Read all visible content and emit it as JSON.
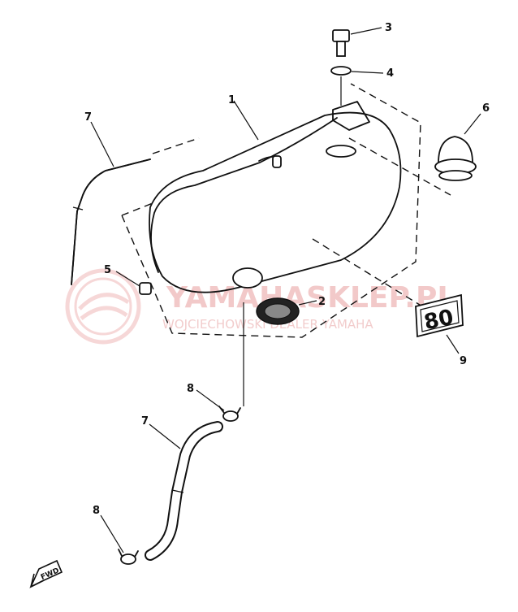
{
  "callouts": {
    "p1": "1",
    "p2": "2",
    "p3": "3",
    "p4": "4",
    "p5": "5",
    "p6": "6",
    "p7a": "7",
    "p7b": "7",
    "p8a": "8",
    "p8b": "8",
    "p9": "9"
  },
  "emblem_text": "80",
  "fwd_label": "FWD",
  "watermark": {
    "main": "YAMAHASKLEP.PL",
    "sub": "WOJCIECHOWSKI DEALER YAMAHA"
  },
  "colors": {
    "line": "#111111",
    "watermark": "#f2c9c9"
  }
}
